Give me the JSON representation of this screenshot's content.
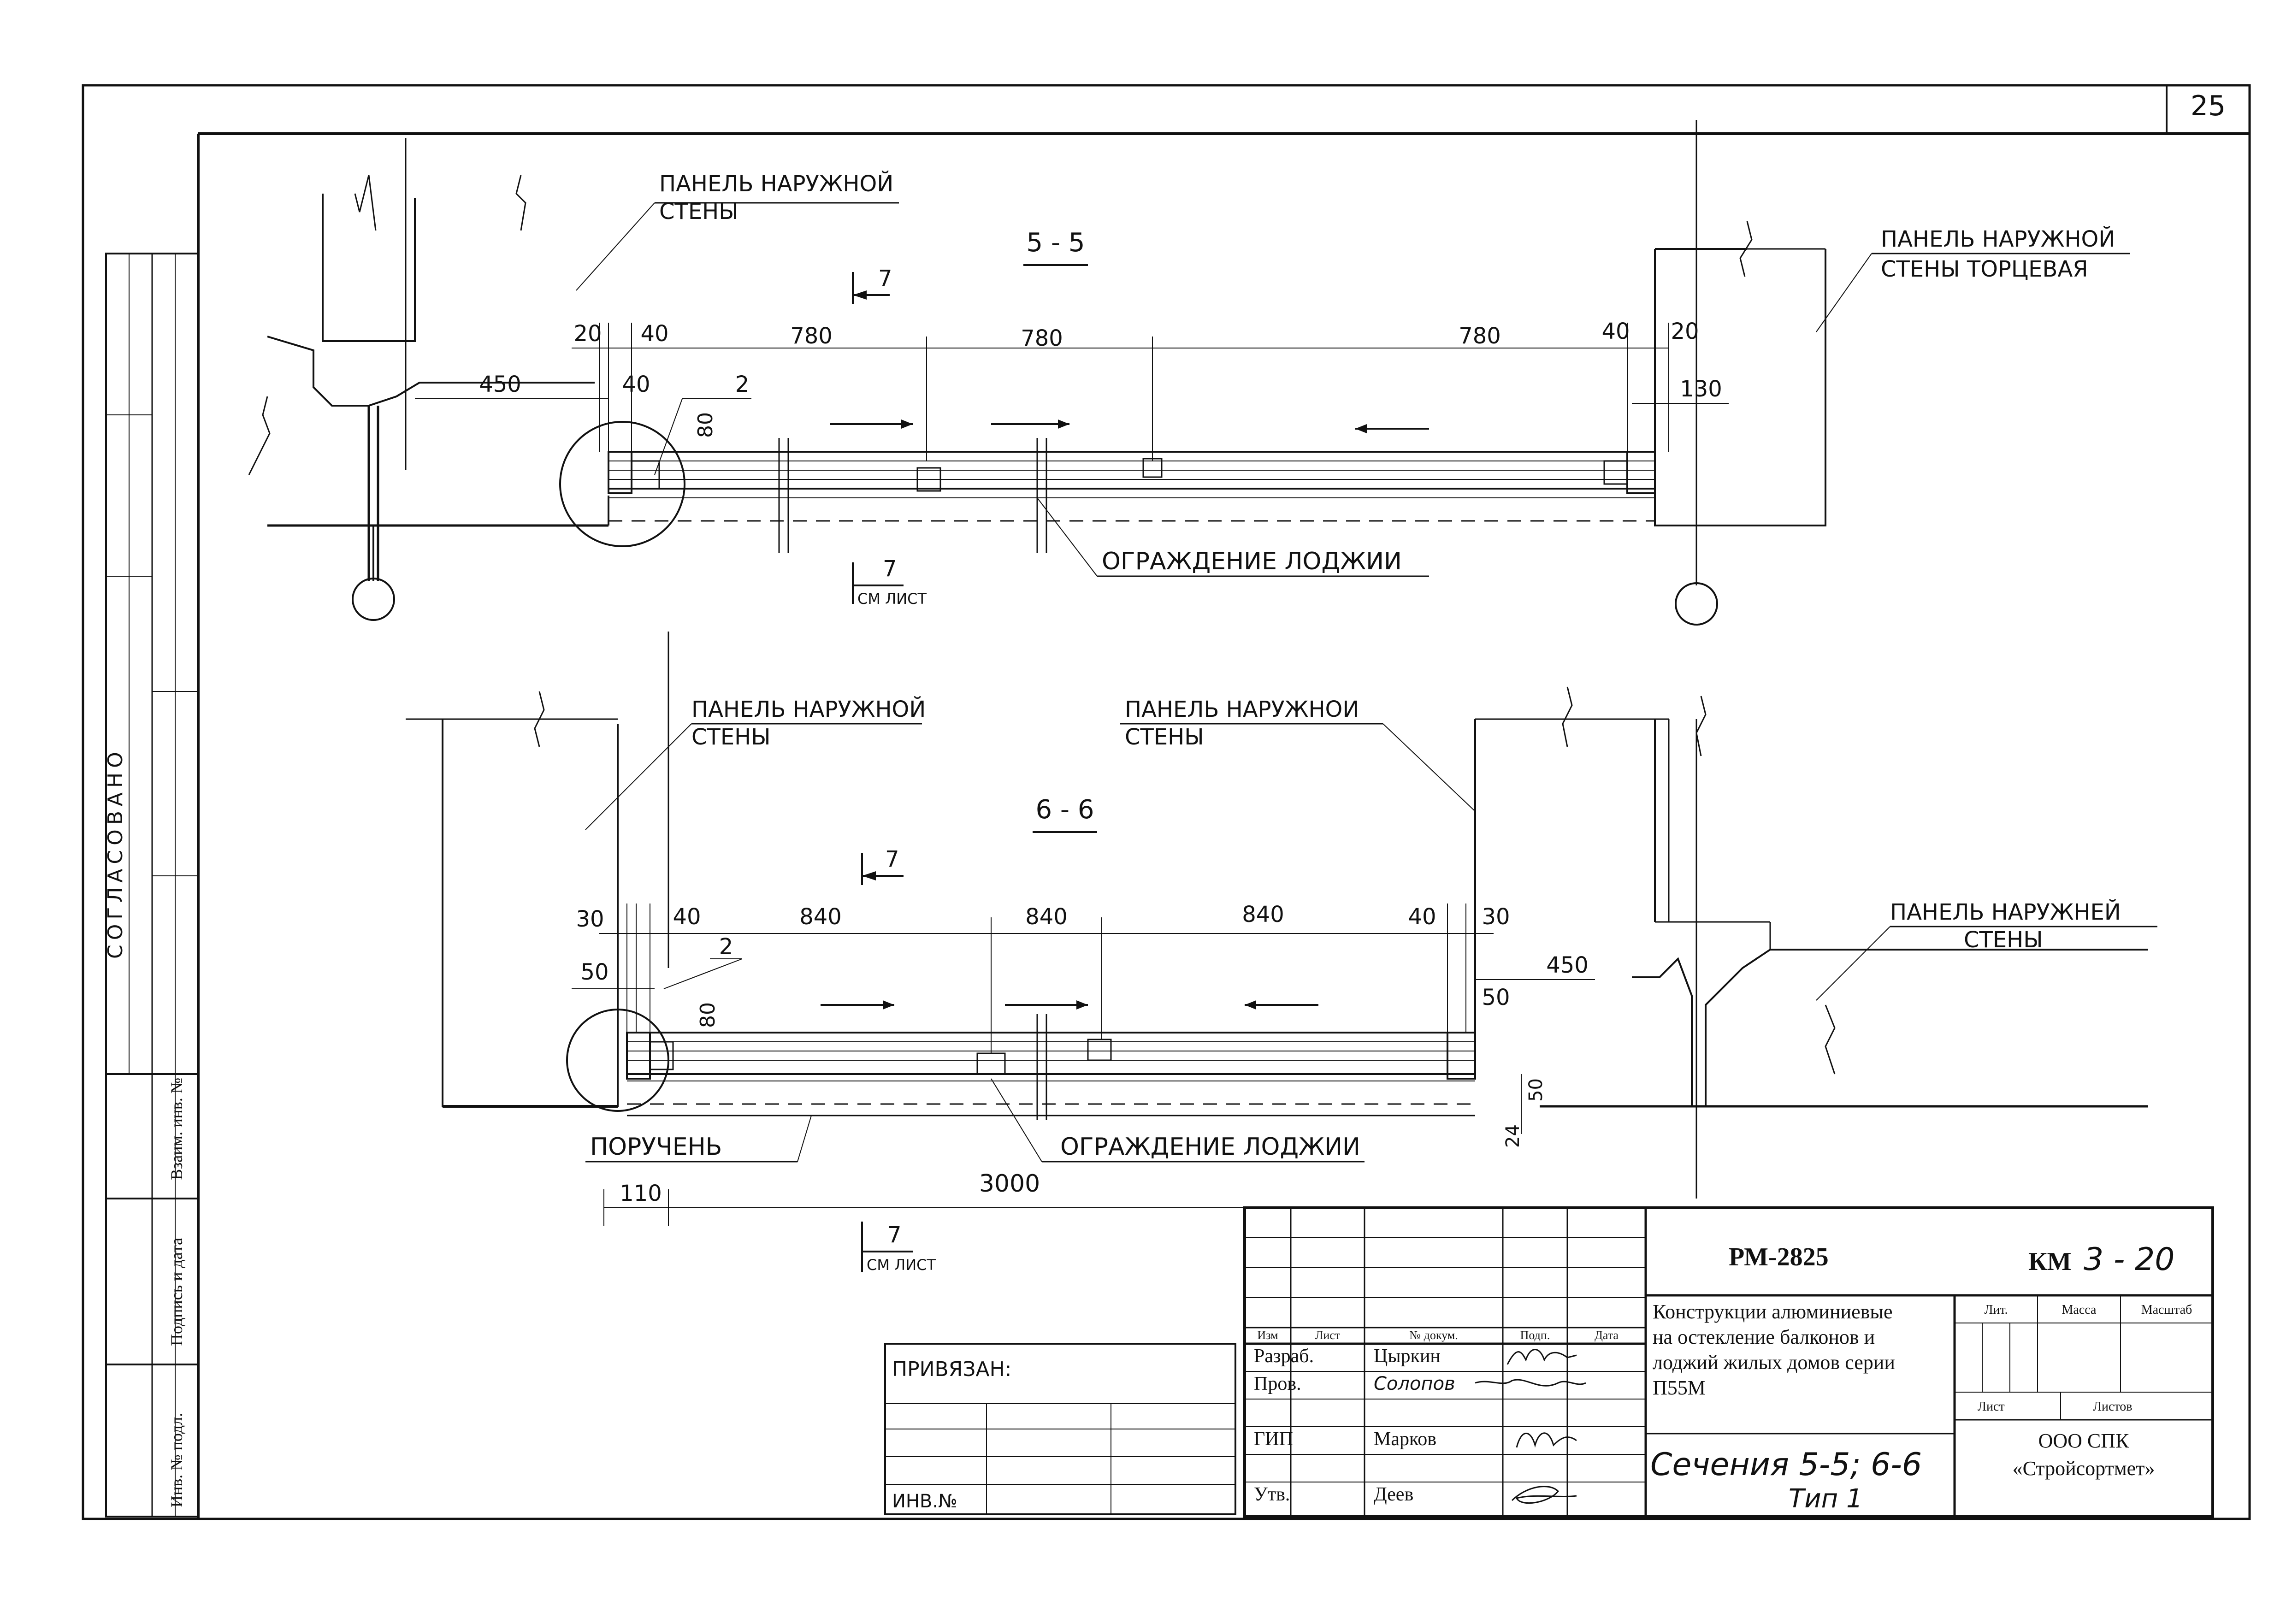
{
  "sheet_number": "25",
  "side_stamp": {
    "agreed": "СОГЛАСОВАНО",
    "replaced_inv": "Взаим. инв. №",
    "sign_date": "Подпись и дата",
    "orig_inv": "Инв. № подл."
  },
  "section_5_5": {
    "title": "5 - 5",
    "callout_wall": "ПАНЕЛЬ НАРУЖНОЙ СТЕНЫ",
    "callout_end_wall": "ПАНЕЛЬ НАРУЖНОЙ СТЕНЫ ТОРЦЕВАЯ",
    "callout_fence": "ОГРАЖДЕНИЕ ЛОДЖИИ",
    "view_mark_top": "7",
    "view_mark_bottom": "7",
    "view_note": "СМ ЛИСТ",
    "dims": {
      "d20_left": "20",
      "d40_left": "40",
      "d780_a": "780",
      "d780_b": "780",
      "d780_c": "780",
      "d40_right": "40",
      "d20_right": "20",
      "d450": "450",
      "d40_low": "40",
      "d2": "2",
      "d80": "80",
      "d130": "130"
    }
  },
  "section_6_6": {
    "title": "6 - 6",
    "callout_wall_left": "ПАНЕЛЬ НАРУЖНОЙ СТЕНЫ",
    "callout_wall_mid": "ПАНЕЛЬ НАРУЖНОИ СТЕНЫ",
    "callout_wall_right": "ПАНЕЛЬ НАРУЖНЕЙ СТЕНЫ",
    "callout_fence": "ОГРАЖДЕНИЕ ЛОДЖИИ",
    "callout_rail": "ПОРУЧЕНЬ",
    "view_mark_top": "7",
    "view_mark_bottom": "7",
    "view_note": "СМ ЛИСТ",
    "dims": {
      "d30_left": "30",
      "d40_left": "40",
      "d840_a": "840",
      "d840_b": "840",
      "d840_c": "840",
      "d40_right": "40",
      "d30_right": "30",
      "d50_left": "50",
      "d2": "2",
      "d80": "80",
      "d450": "450",
      "d50_right": "50",
      "d50_small": "50",
      "d24": "24",
      "d110": "110",
      "d3000": "3000"
    }
  },
  "binding_box": {
    "title": "ПРИВЯЗАН:",
    "inv": "ИНВ.№"
  },
  "title_block": {
    "doc_code": "РМ-2825",
    "sheet_code": "КМ",
    "sheet_code_hand": "3 - 20",
    "col_headers": [
      "Изм",
      "Лист",
      "№ докум.",
      "Подп.",
      "Дата"
    ],
    "roles": [
      {
        "role": "Разраб.",
        "name": "Цыркин"
      },
      {
        "role": "Пров.",
        "name": "Солопов"
      },
      {
        "role": "ГИП",
        "name": "Марков"
      },
      {
        "role": "Утв.",
        "name": "Деев"
      }
    ],
    "description_lines": [
      "Конструкции алюминиевые",
      "на остекление балконов и",
      "лоджий жилых домов серии",
      "П55М"
    ],
    "stage_header": "Лит.",
    "mass_header": "Масса",
    "scale_header": "Масштаб",
    "sheet_label": "Лист",
    "sheets_label": "Листов",
    "handwritten_title": "Сечения 5-5; 6-6",
    "handwritten_type": "Тип 1",
    "company_line1": "ООО СПК",
    "company_line2": "«Стройсортмет»"
  }
}
